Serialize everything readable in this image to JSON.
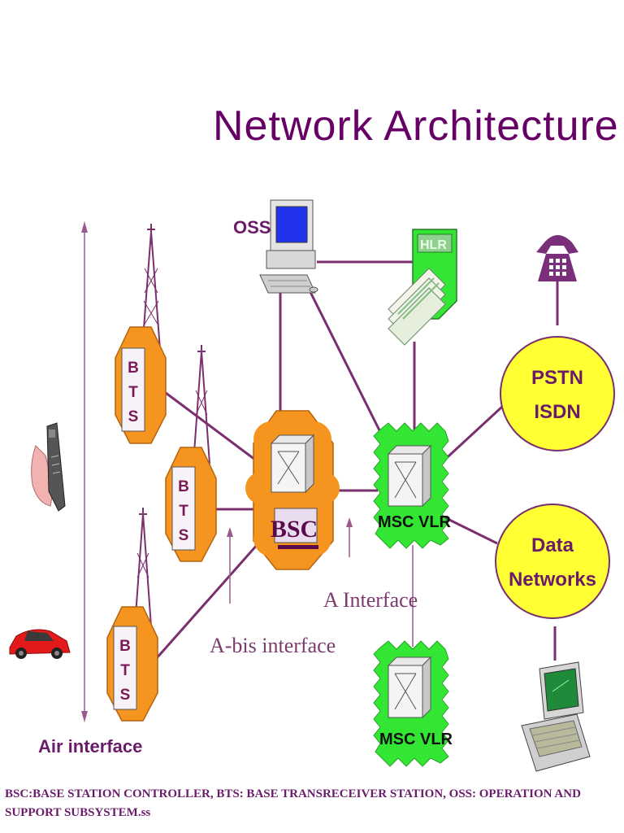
{
  "title": "Network Architecture",
  "labels": {
    "oss": "OSS",
    "hlr": "HLR",
    "bts_letters": [
      "B",
      "T",
      "S"
    ],
    "bsc": "BSC",
    "msc_vlr_main": "MSC VLR",
    "msc_vlr_secondary": "MSC VLR",
    "pstn_line1": "PSTN",
    "pstn_line2": "ISDN",
    "data_line1": "Data",
    "data_line2": "Networks",
    "a_interface": "A Interface",
    "abis_interface": "A-bis interface",
    "air_interface": "Air interface"
  },
  "caption": "BSC:BASE STATION CONTROLLER,  BTS: BASE TRANSRECEIVER STATION,  OSS:  OPERATION AND SUPPORT SUBSYSTEM.ss",
  "colors": {
    "title": "#660066",
    "orange": "#f5941f",
    "green": "#33e633",
    "yellow": "#ffff33",
    "link": "#7a2f6f"
  }
}
